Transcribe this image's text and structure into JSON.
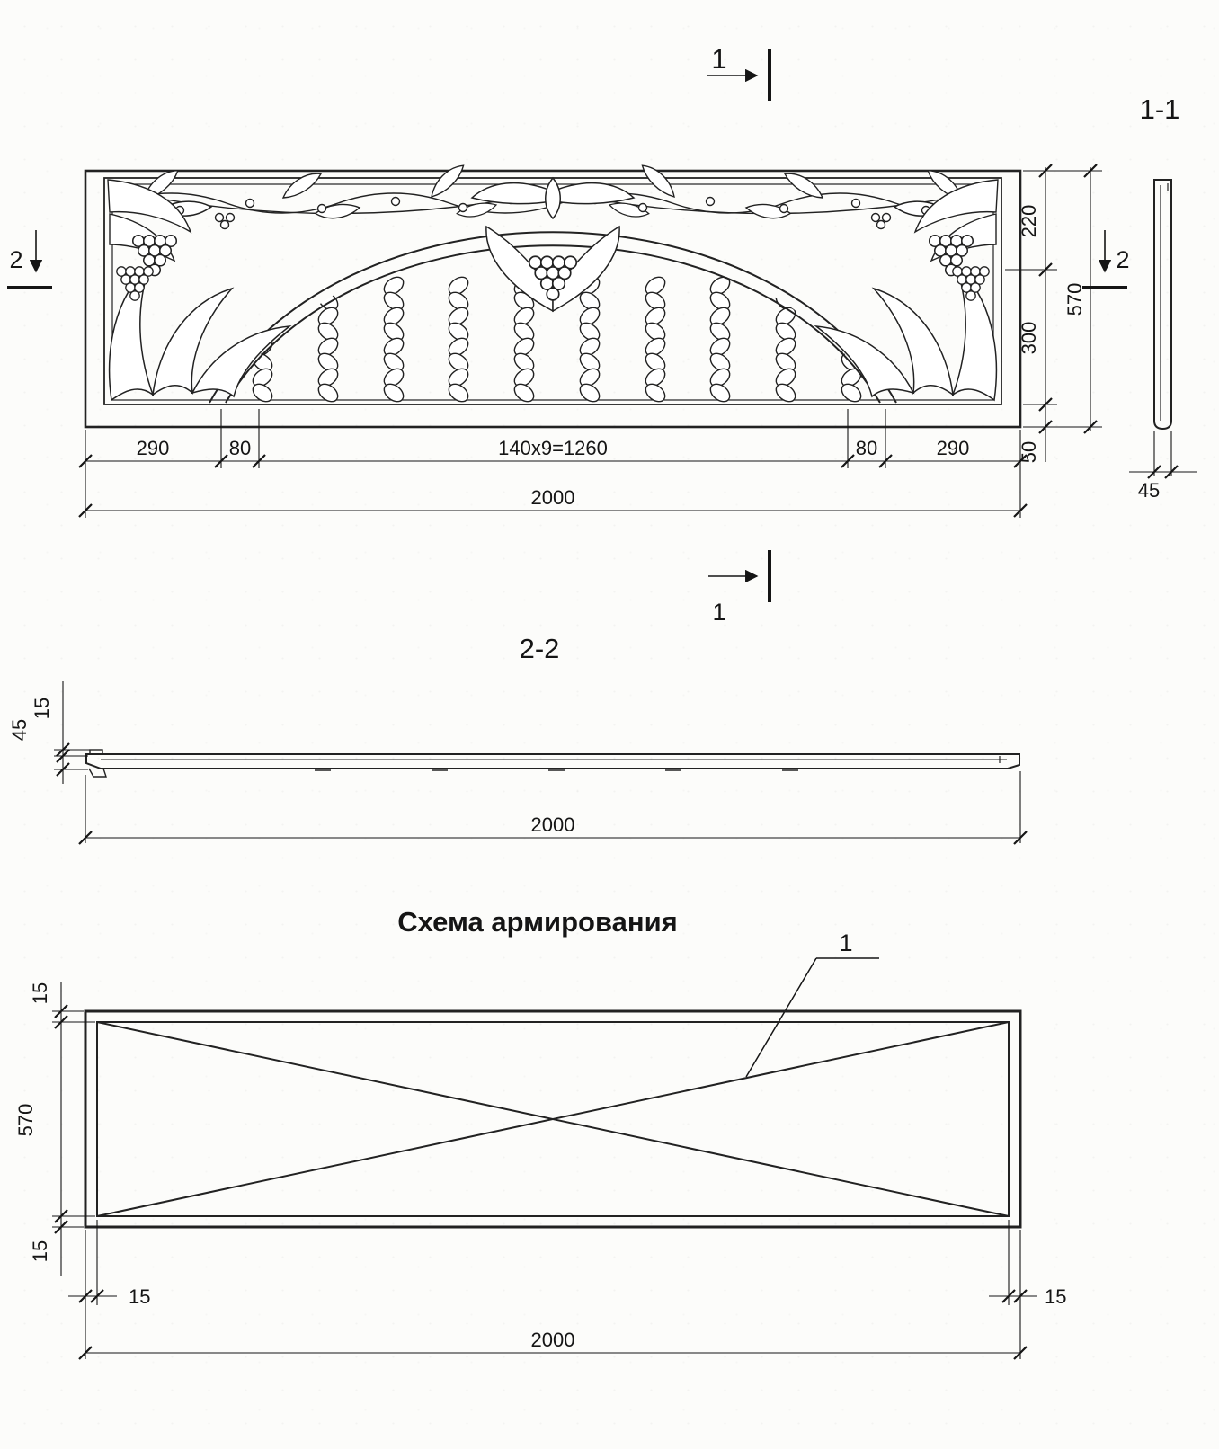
{
  "drawing": {
    "section_marker_1_top": "1",
    "section_marker_1_bottom": "1",
    "section_marker_2_left": "2",
    "section_marker_2_right": "2",
    "view_1_1_label": "1-1",
    "view_2_2_label": "2-2",
    "elevation_dims": {
      "left_290": "290",
      "left_80": "80",
      "middle_1260": "140x9=1260",
      "right_80": "80",
      "right_290": "290",
      "total_2000": "2000",
      "v_220": "220",
      "v_300": "300",
      "v_570": "570",
      "v_50": "50",
      "profile_45": "45"
    },
    "section_2_2_dims": {
      "t_15": "15",
      "t_45": "45",
      "total_2000": "2000"
    },
    "reinforcement": {
      "title": "Схема армирования",
      "leader_label": "1",
      "dims": {
        "top_15": "15",
        "v_570": "570",
        "bottom_15": "15",
        "bl_15": "15",
        "br_15": "15",
        "total_2000": "2000"
      }
    }
  }
}
